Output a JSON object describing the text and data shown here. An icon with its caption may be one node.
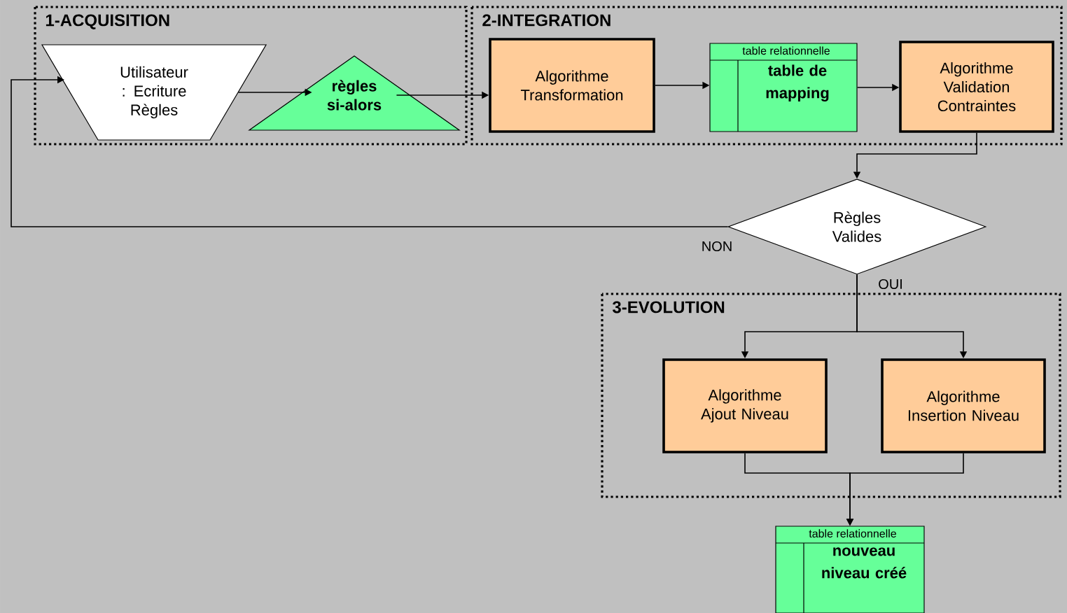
{
  "diagram": {
    "nodes": [
      {
        "text": [
          "1-ACQUISITION"
        ]
      },
      {
        "text": [
          "Utilisateur : Ecriture Règles"
        ],
        "in": 0
      },
      {
        "text": [
          "règles si-alors"
        ],
        "in": 0
      },
      {
        "text": [
          "2-INTEGRATION"
        ]
      },
      {
        "text": [
          "Algorithme Transformation"
        ],
        "in": 3
      },
      {
        "text": [
          "table relationnelle",
          "table de mapping"
        ],
        "in": 3
      },
      {
        "text": [
          "Algorithme Validation Contraintes"
        ],
        "in": 3
      },
      {
        "text": [
          "Règles Valides"
        ]
      },
      {
        "text": [
          "3-EVOLUTION"
        ]
      },
      {
        "text": [
          "Algorithme Ajout Niveau"
        ],
        "in": 8
      },
      {
        "text": [
          "Algorithme Insertion Niveau"
        ],
        "in": 8
      },
      {
        "text": [
          "table relationnelle",
          "nouveau niveau créé"
        ]
      }
    ],
    "edges": [
      {
        "from": 1,
        "to": 2,
        "arrow": "to"
      },
      {
        "from": 2,
        "to": 4,
        "arrow": "to"
      },
      {
        "from": 4,
        "to": 5,
        "arrow": "to"
      },
      {
        "from": 5,
        "to": 6,
        "arrow": "to"
      },
      {
        "from": 6,
        "to": 7,
        "arrow": "to"
      },
      {
        "from": 7,
        "to": 1,
        "arrow": "to",
        "label": "NON"
      },
      {
        "from": 7,
        "to": 9,
        "arrow": "to",
        "label": "OUI"
      },
      {
        "from": 7,
        "to": 10,
        "arrow": "to"
      },
      {
        "from": 9,
        "to": 11,
        "arrow": "to"
      },
      {
        "from": 10,
        "to": 11,
        "arrow": "to"
      }
    ]
  }
}
